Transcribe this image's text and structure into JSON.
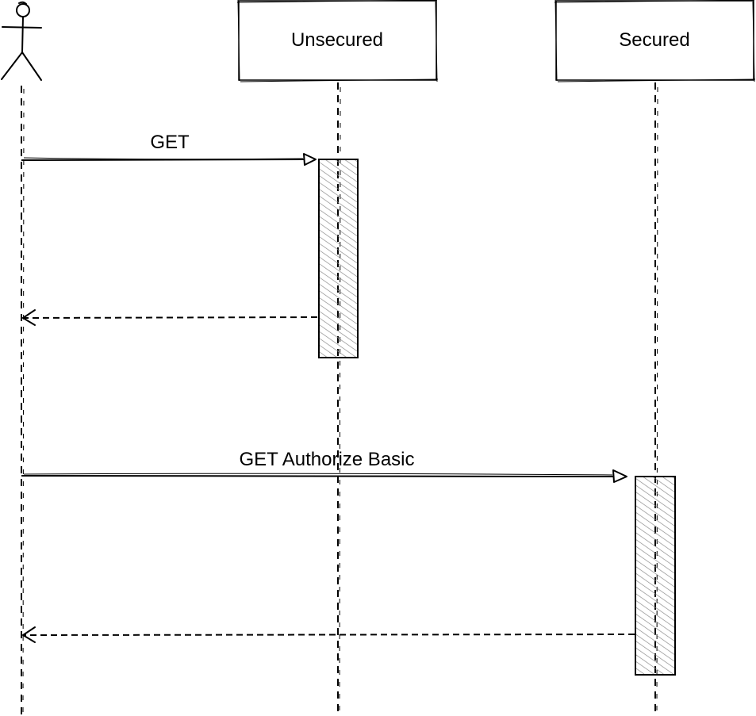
{
  "participants": [
    {
      "label": "Unsecured"
    },
    {
      "label": "Secured"
    }
  ],
  "messages": [
    {
      "label": "GET"
    },
    {
      "label": "GET Authorize Basic"
    }
  ],
  "colors": {
    "stroke": "#000000",
    "background": "#ffffff",
    "activation_hatch": "#8c8c8c"
  }
}
